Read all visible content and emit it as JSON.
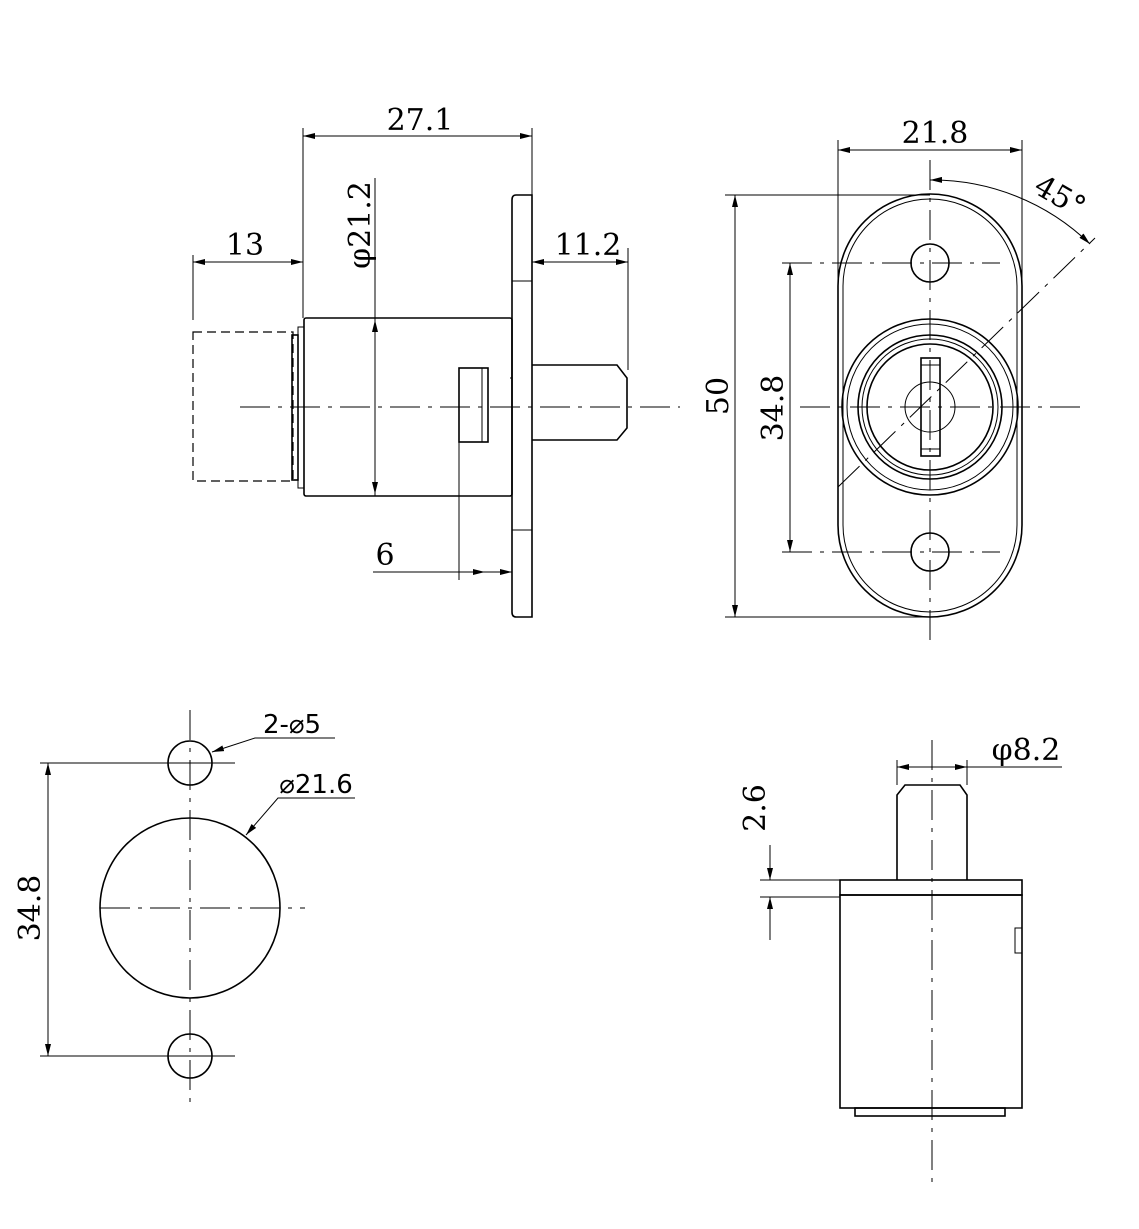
{
  "side_view": {
    "overall_length": "27.1",
    "cylinder_ext": "13",
    "cylinder_dia": "φ21.2",
    "pin_length": "11.2",
    "slot_offset": "6"
  },
  "front_view": {
    "width": "21.8",
    "height": "50",
    "hole_spacing": "34.8",
    "angle": "45°"
  },
  "cutout": {
    "hole_spacing": "34.8",
    "holes": "2-⌀5",
    "bore": "⌀21.6"
  },
  "rear_view": {
    "pin_dia": "φ8.2",
    "flange": "2.6"
  }
}
